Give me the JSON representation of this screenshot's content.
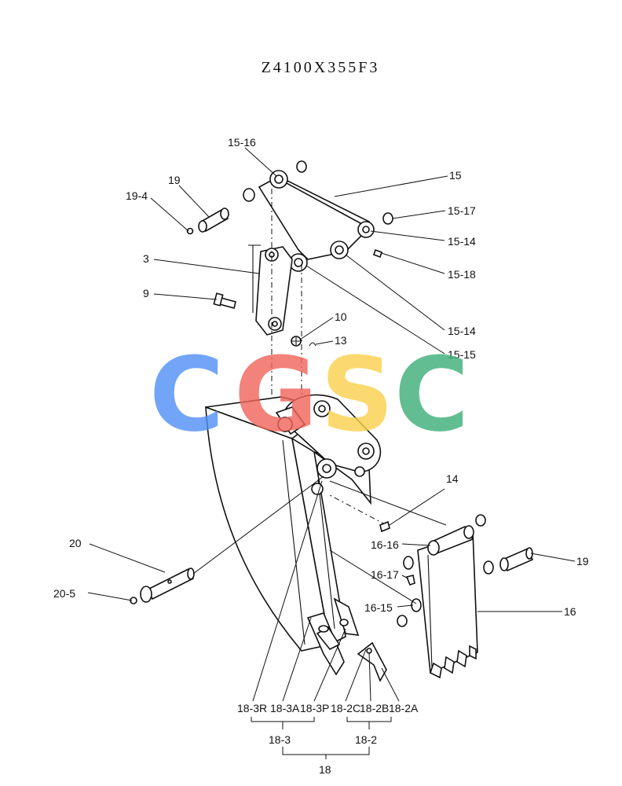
{
  "title": "Z4100X355F3",
  "watermark": {
    "letters": [
      "C",
      "G",
      "S",
      "C"
    ],
    "colors": [
      "#4f8ef7",
      "#f0645a",
      "#fbd04a",
      "#3bae78"
    ]
  },
  "labels": {
    "p15_16": "15-16",
    "p15": "15",
    "p19_top": "19",
    "p19_4": "19-4",
    "p15_17": "15-17",
    "p15_14a": "15-14",
    "p3": "3",
    "p15_18": "15-18",
    "p9": "9",
    "p10": "10",
    "p13": "13",
    "p15_14b": "15-14",
    "p15_15": "15-15",
    "p14": "14",
    "p16_16": "16-16",
    "p20": "20",
    "p19_right": "19",
    "p16_17": "16-17",
    "p20_5": "20-5",
    "p16_15": "16-15",
    "p16": "16",
    "p18_3r": "18-3R",
    "p18_3a": "18-3A",
    "p18_3p": "18-3P",
    "p18_2c": "18-2C",
    "p18_2b": "18-2B",
    "p18_2a": "18-2A",
    "p18_3": "18-3",
    "p18_2": "18-2",
    "p18": "18"
  }
}
